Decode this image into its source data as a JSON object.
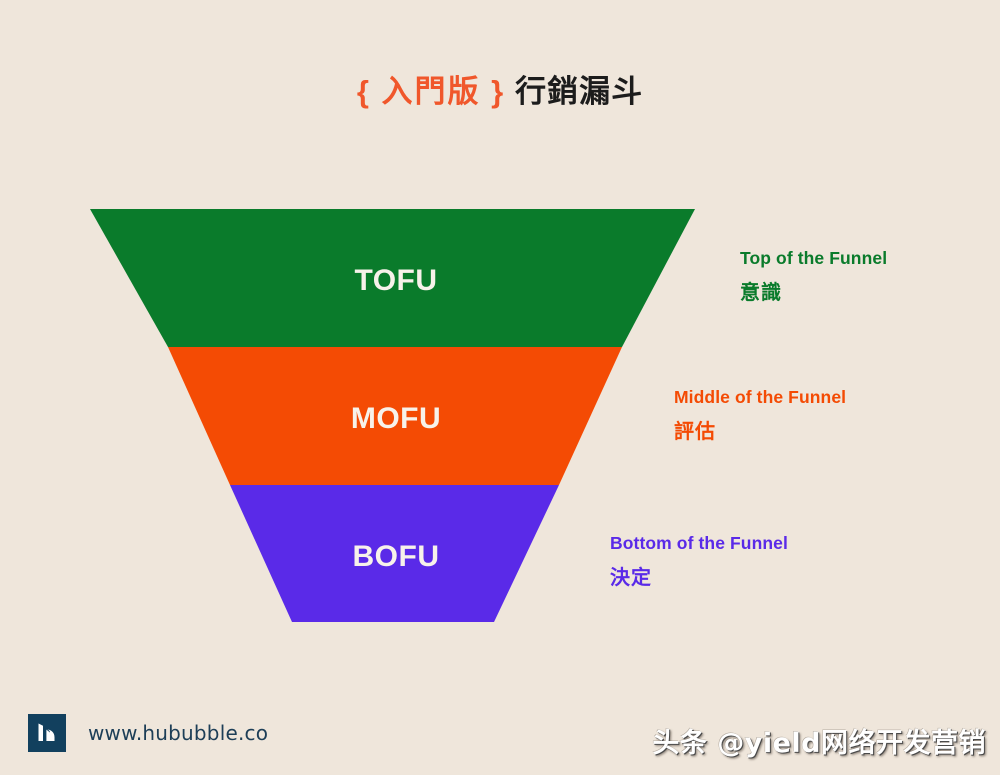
{
  "page": {
    "background_color": "#efe6db"
  },
  "title": {
    "brackets": "{ 入門版 }",
    "main": "行銷漏斗"
  },
  "funnel": {
    "stages": [
      {
        "id": "tofu",
        "label": "TOFU",
        "color": "#0a7b2b",
        "annotation_en": "Top of the Funnel",
        "annotation_zh": "意識"
      },
      {
        "id": "mofu",
        "label": "MOFU",
        "color": "#f44b04",
        "annotation_en": "Middle of the Funnel",
        "annotation_zh": "評估"
      },
      {
        "id": "bofu",
        "label": "BOFU",
        "color": "#5a2ae8",
        "annotation_en": "Bottom of the Funnel",
        "annotation_zh": "決定"
      }
    ],
    "label_color": "#f7f2ea"
  },
  "footer": {
    "logo_icon": "hububble-h-logo-icon",
    "url": "www.hububble.co",
    "url_color": "#1d3e57",
    "logo_color": "#12405e"
  },
  "watermark": {
    "text": "头条 @yield网络开发营销"
  }
}
